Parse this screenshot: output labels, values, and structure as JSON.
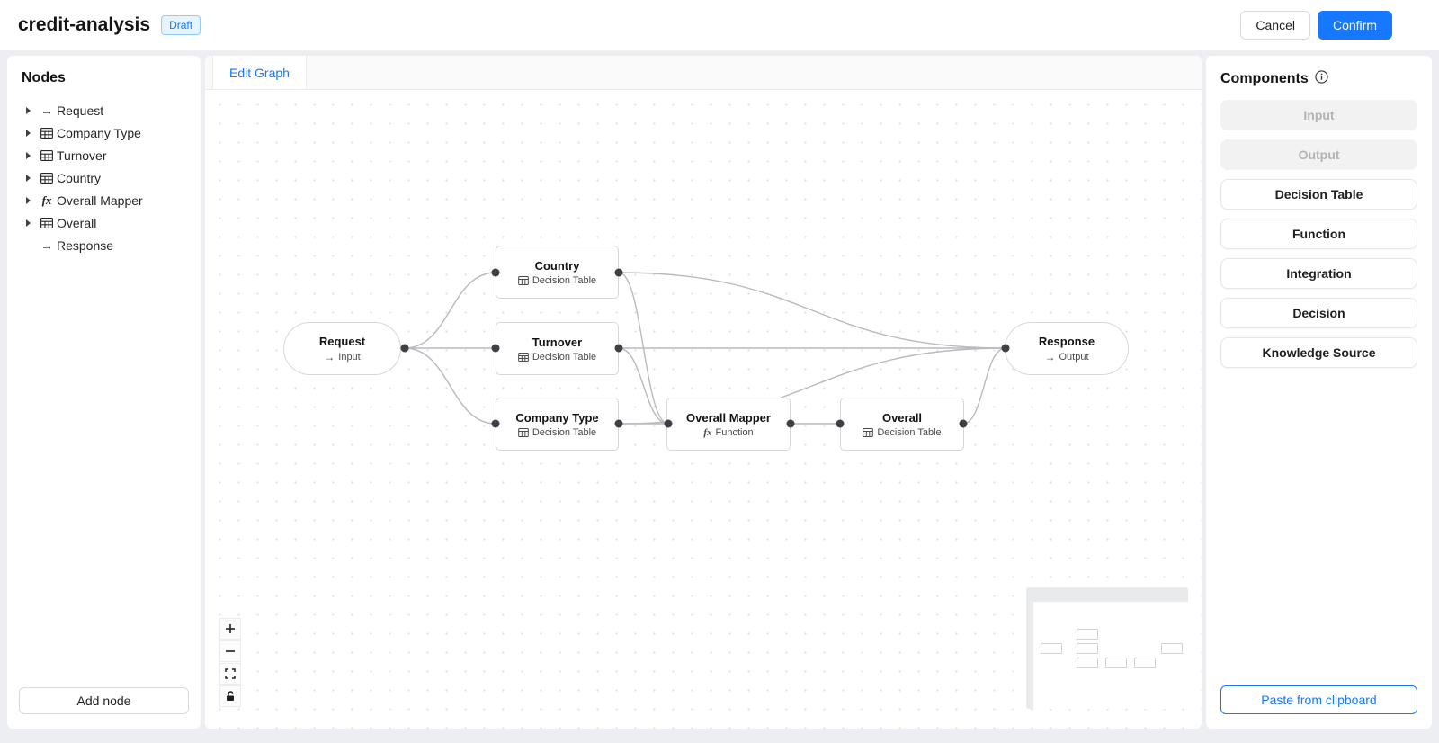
{
  "header": {
    "title": "credit-analysis",
    "badge": "Draft",
    "cancel_label": "Cancel",
    "confirm_label": "Confirm"
  },
  "nodes_panel": {
    "title": "Nodes",
    "add_node_label": "Add node",
    "items": [
      {
        "label": "Request",
        "icon": "arrow-right",
        "expandable": true
      },
      {
        "label": "Company Type",
        "icon": "table",
        "expandable": true
      },
      {
        "label": "Turnover",
        "icon": "table",
        "expandable": true
      },
      {
        "label": "Country",
        "icon": "table",
        "expandable": true
      },
      {
        "label": "Overall Mapper",
        "icon": "function",
        "expandable": true
      },
      {
        "label": "Overall",
        "icon": "table",
        "expandable": true
      },
      {
        "label": "Response",
        "icon": "arrow-right",
        "expandable": false
      }
    ]
  },
  "tabs": {
    "edit_graph": "Edit Graph"
  },
  "graph": {
    "nodes": [
      {
        "title": "Request",
        "subtitle": "Input",
        "icon": "arrow-right",
        "shape": "pill"
      },
      {
        "title": "Country",
        "subtitle": "Decision Table",
        "icon": "table",
        "shape": "rect"
      },
      {
        "title": "Turnover",
        "subtitle": "Decision Table",
        "icon": "table",
        "shape": "rect"
      },
      {
        "title": "Company Type",
        "subtitle": "Decision Table",
        "icon": "table",
        "shape": "rect"
      },
      {
        "title": "Overall Mapper",
        "subtitle": "Function",
        "icon": "function",
        "shape": "rect"
      },
      {
        "title": "Overall",
        "subtitle": "Decision Table",
        "icon": "table",
        "shape": "rect"
      },
      {
        "title": "Response",
        "subtitle": "Output",
        "icon": "arrow-right",
        "shape": "pill"
      }
    ],
    "edges": [
      {
        "from": "Request",
        "to": "Country"
      },
      {
        "from": "Request",
        "to": "Turnover"
      },
      {
        "from": "Request",
        "to": "Company Type"
      },
      {
        "from": "Country",
        "to": "Response"
      },
      {
        "from": "Country",
        "to": "Overall Mapper"
      },
      {
        "from": "Turnover",
        "to": "Response"
      },
      {
        "from": "Turnover",
        "to": "Overall Mapper"
      },
      {
        "from": "Company Type",
        "to": "Overall Mapper"
      },
      {
        "from": "Company Type",
        "to": "Response"
      },
      {
        "from": "Overall Mapper",
        "to": "Overall"
      },
      {
        "from": "Overall",
        "to": "Response"
      }
    ]
  },
  "canvas": {
    "zoom_controls": [
      "Zoom in",
      "Zoom out",
      "Fit view",
      "Toggle lock"
    ]
  },
  "components_panel": {
    "title": "Components",
    "items": [
      {
        "label": "Input",
        "disabled": true
      },
      {
        "label": "Output",
        "disabled": true
      },
      {
        "label": "Decision Table",
        "disabled": false
      },
      {
        "label": "Function",
        "disabled": false
      },
      {
        "label": "Integration",
        "disabled": false
      },
      {
        "label": "Decision",
        "disabled": false
      },
      {
        "label": "Knowledge Source",
        "disabled": false
      }
    ],
    "paste_label": "Paste from clipboard"
  },
  "glyphs": {
    "fx": "fx",
    "arrow": "→"
  },
  "colors": {
    "accent": "#1677ff",
    "badge_bg": "#e6f4ff",
    "badge_border": "#91caff",
    "edge": "#b9b9bf",
    "port": "#3f3f46",
    "node_border": "#d8d8d8",
    "disabled_bg": "#f2f2f3",
    "disabled_text": "#b3b3b6"
  }
}
